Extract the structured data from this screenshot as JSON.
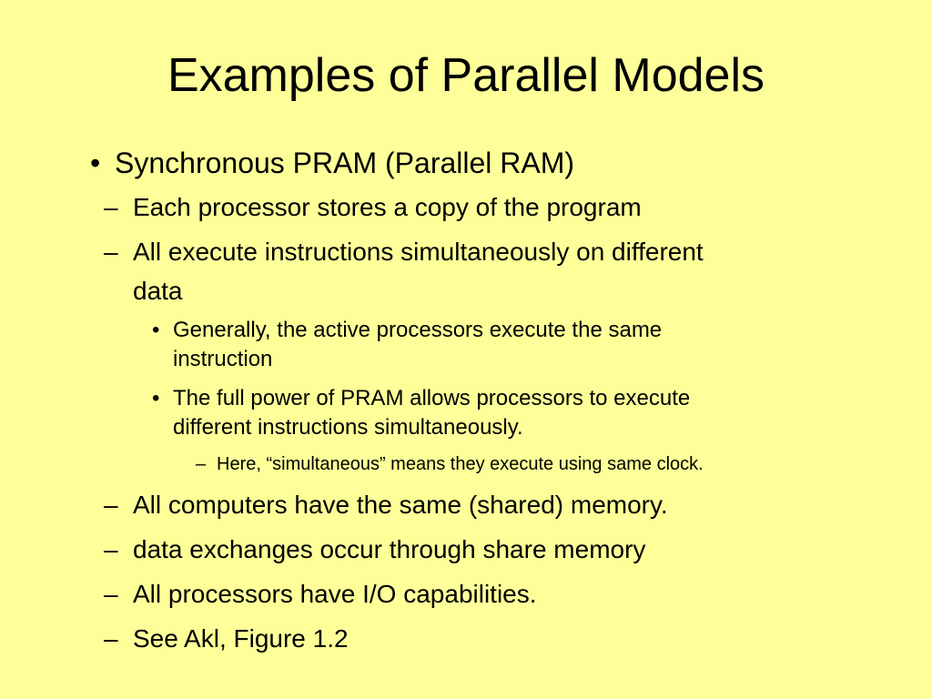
{
  "slide": {
    "background_color": "#ffff99",
    "title": "Examples of Parallel Models",
    "bullet_char": "•",
    "dash_char": "–",
    "items": [
      {
        "level": 1,
        "lines": [
          "Synchronous PRAM (Parallel RAM)"
        ]
      },
      {
        "level": 2,
        "lines": [
          "Each processor stores a copy of the program"
        ]
      },
      {
        "level": 2,
        "lines": [
          "All execute instructions simultaneously on different",
          "data"
        ]
      },
      {
        "level": 3,
        "lines": [
          "Generally, the active processors execute the same",
          "instruction"
        ]
      },
      {
        "level": 3,
        "lines": [
          "The full power of PRAM allows processors to execute",
          "different instructions simultaneously."
        ]
      },
      {
        "level": 4,
        "lines": [
          "Here, “simultaneous” means they execute using same clock."
        ]
      },
      {
        "level": 2,
        "lines": [
          "All computers have the same (shared) memory."
        ]
      },
      {
        "level": 2,
        "lines": [
          "data exchanges occur through share memory"
        ]
      },
      {
        "level": 2,
        "lines": [
          "All processors have I/O capabilities."
        ]
      },
      {
        "level": 2,
        "lines": [
          "See Akl, Figure  1.2"
        ]
      }
    ]
  }
}
